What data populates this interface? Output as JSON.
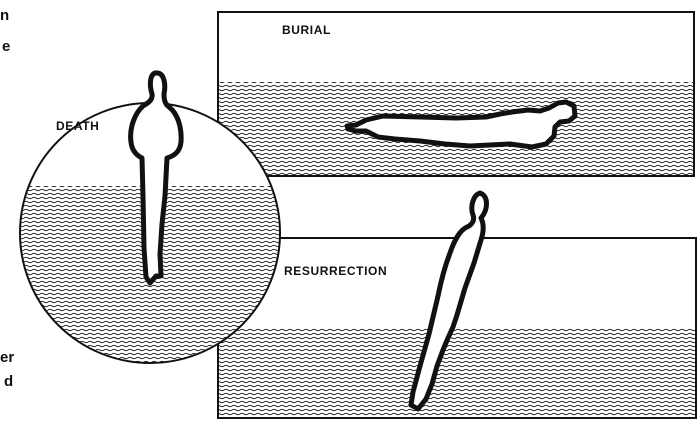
{
  "panels": {
    "death": {
      "label": "DEATH"
    },
    "burial": {
      "label": "BURIAL"
    },
    "resurrection": {
      "label": "RESURRECTION"
    }
  },
  "edge_text": {
    "top_fragments": [
      "n",
      "e"
    ],
    "bottom_fragments": [
      "er",
      "d"
    ]
  },
  "colors": {
    "ink": "#111111",
    "paper": "#ffffff"
  }
}
